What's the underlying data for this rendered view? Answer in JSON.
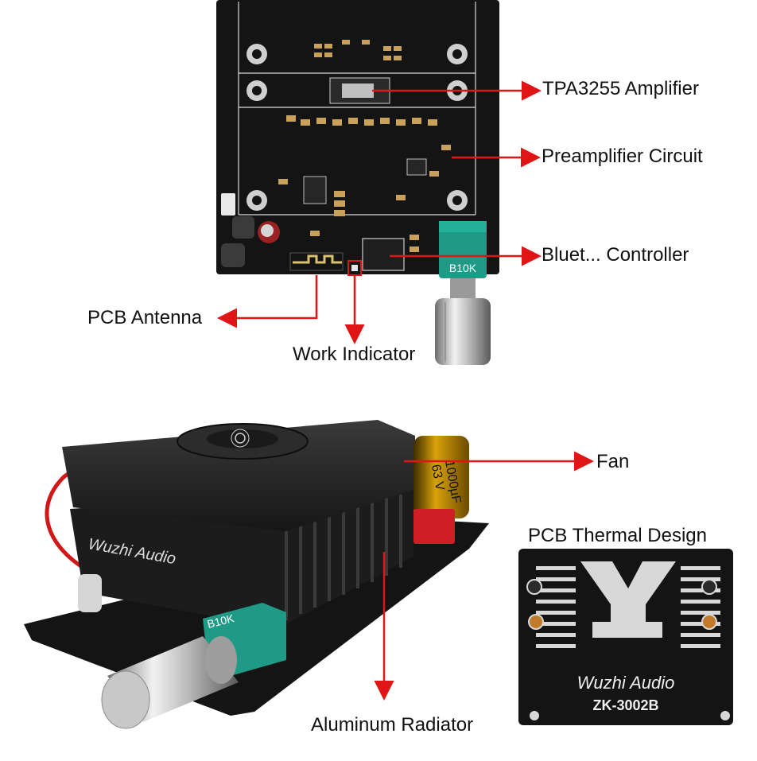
{
  "callouts": {
    "amplifier": "TPA3255 Amplifier",
    "preamp": "Preamplifier Circuit",
    "bluetooth": "Bluet... Controller",
    "antenna": "PCB Antenna",
    "indicator": "Work Indicator",
    "fan": "Fan",
    "radiator": "Aluminum Radiator",
    "thermal": "PCB Thermal Design"
  },
  "board_marks": {
    "pot_top": "B10K",
    "pot_bottom": "B10K",
    "brand_heatsink": "Wuzhi Audio",
    "brand_board": "Wuzhi Audio",
    "model": "ZK-3002B",
    "cap_value": "1000µF",
    "cap_voltage": "63 V"
  },
  "colors": {
    "arrow": "#e01515",
    "pcb": "#141414",
    "pot_green": "#1f9a87",
    "heatsink": "#1c1c1c"
  }
}
